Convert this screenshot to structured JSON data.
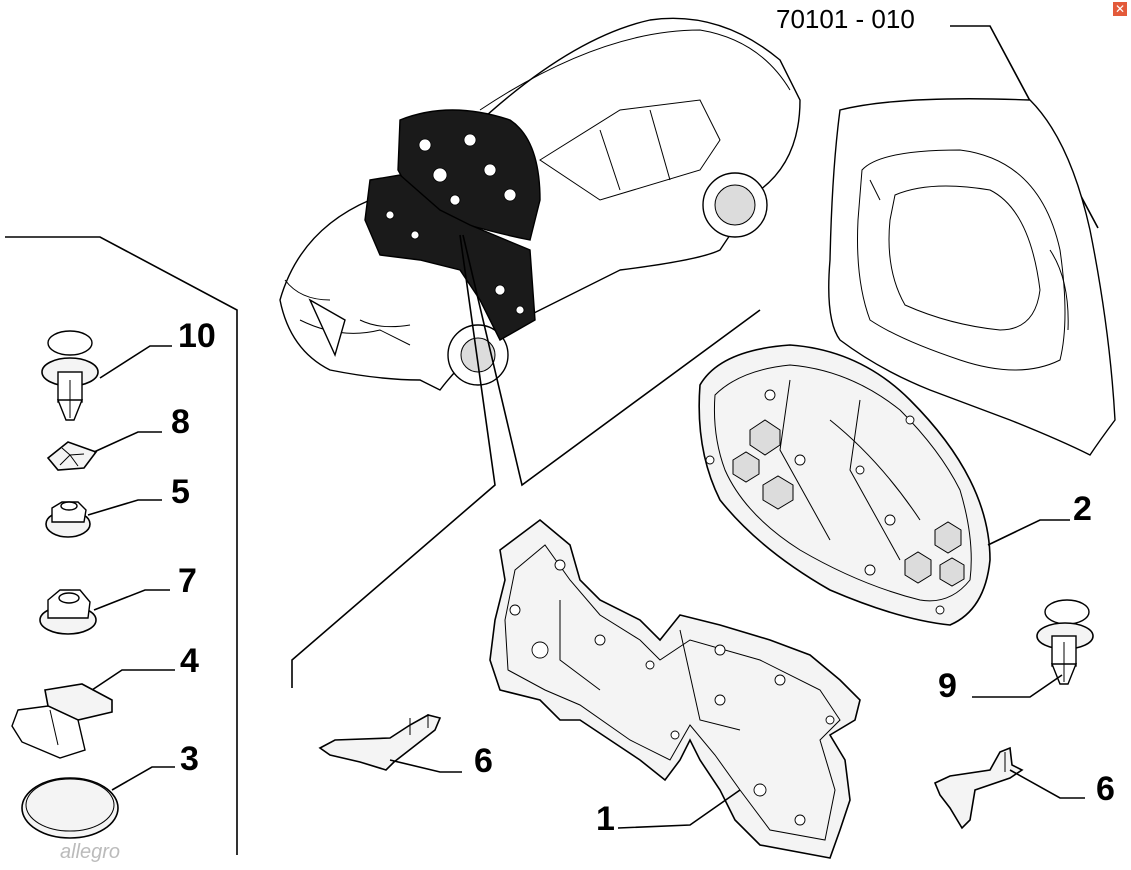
{
  "drawing_code": "70101 - 010",
  "close_icon": "close-icon",
  "watermark": "allegro",
  "callouts": {
    "c10": "10",
    "c8": "8",
    "c5": "5",
    "c7": "7",
    "c4": "4",
    "c3": "3",
    "c6_left": "6",
    "c1": "1",
    "c2": "2",
    "c9": "9",
    "c6_right": "6"
  }
}
